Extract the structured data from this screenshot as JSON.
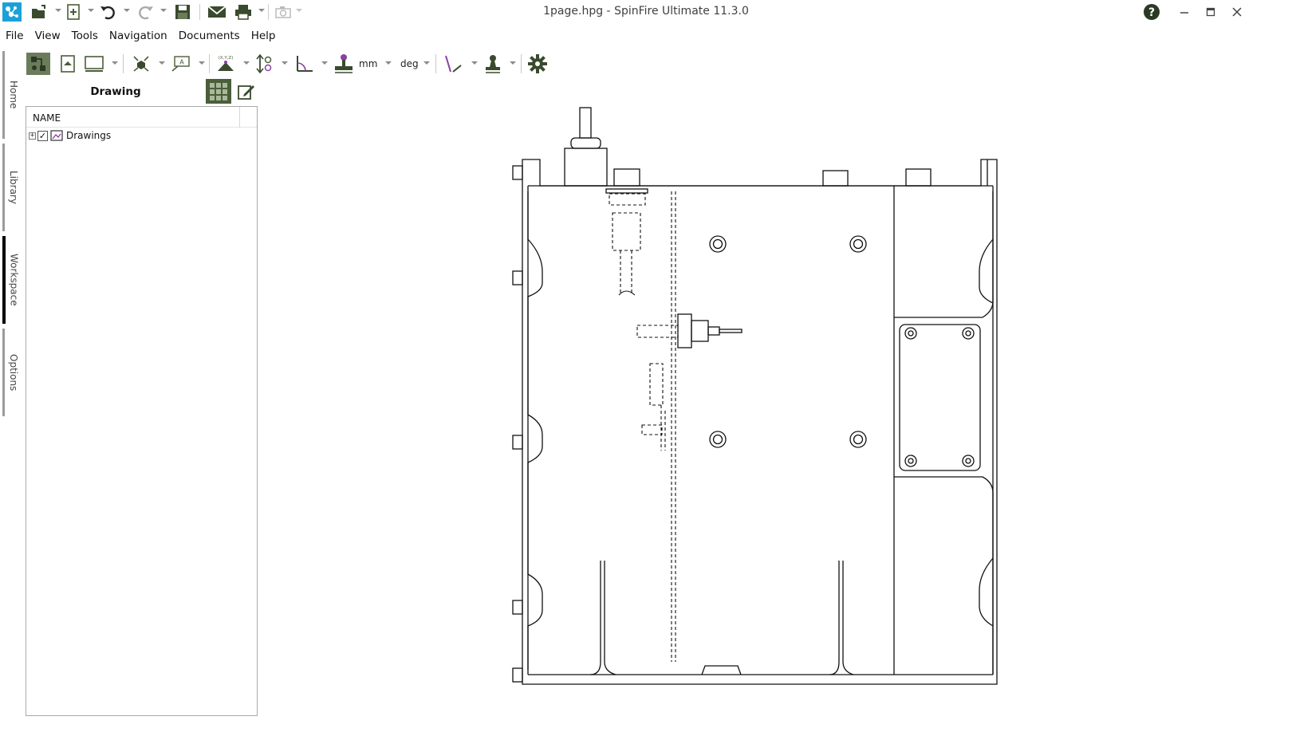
{
  "window": {
    "title": "1page.hpg - SpinFire Ultimate 11.3.0"
  },
  "menu": {
    "items": [
      "File",
      "View",
      "Tools",
      "Navigation",
      "Documents",
      "Help"
    ]
  },
  "side_tabs": [
    "Home",
    "Library",
    "Workspace",
    "Options"
  ],
  "active_side_tab": "Workspace",
  "toolbar": {
    "units_label": "mm",
    "angle_label": "deg"
  },
  "panel": {
    "title": "Drawing",
    "column_header": "NAME",
    "tree": [
      {
        "label": "Drawings",
        "expanded": false,
        "checked": true
      }
    ]
  },
  "colors": {
    "accent_green": "#4a5e3a",
    "accent_purple": "#8b3fa1",
    "app_logo": "#1ba1d8"
  },
  "icons": {
    "quick_access": [
      "open-folder-icon",
      "new-document-icon",
      "undo-icon",
      "redo-icon",
      "save-icon",
      "email-icon",
      "print-icon",
      "camera-icon"
    ],
    "toolbar": [
      "assembly-icon",
      "sheet-icon",
      "view-frame-icon",
      "explode-icon",
      "annotation-icon",
      "point-measure-icon",
      "distance-measure-icon",
      "angle-measure-icon",
      "units-icon",
      "line-tool-icon",
      "stamp-icon",
      "settings-icon"
    ]
  }
}
